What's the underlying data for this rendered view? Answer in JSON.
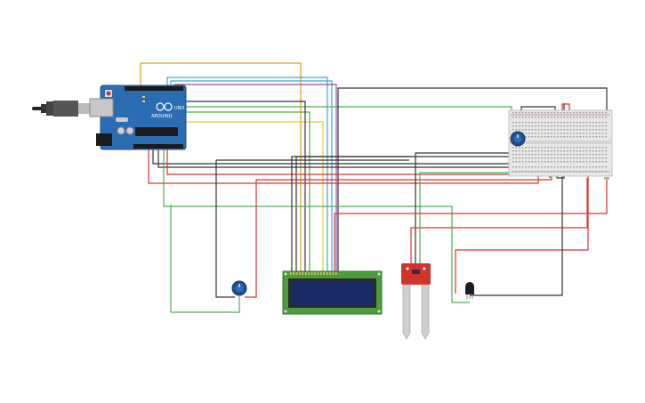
{
  "arduino": {
    "model_label": "UNO",
    "brand_label": "ARDUINO"
  },
  "colors": {
    "orange": "#e39b1f",
    "blue": "#3aa8d8",
    "purple": "#8a4fa8",
    "yellow": "#e5cc2a",
    "green": "#4caf50",
    "red": "#e03030",
    "black": "#333333",
    "board_blue": "#2a6db3",
    "lcd_green": "#4a9d3a",
    "lcd_screen": "#1a2a66",
    "sensor_red": "#d0342c"
  },
  "components": [
    "arduino-uno",
    "usb-cable",
    "breadboard",
    "potentiometer-lcd",
    "potentiometer-breadboard",
    "lcd-16x2",
    "soil-moisture-sensor",
    "temperature-sensor"
  ]
}
